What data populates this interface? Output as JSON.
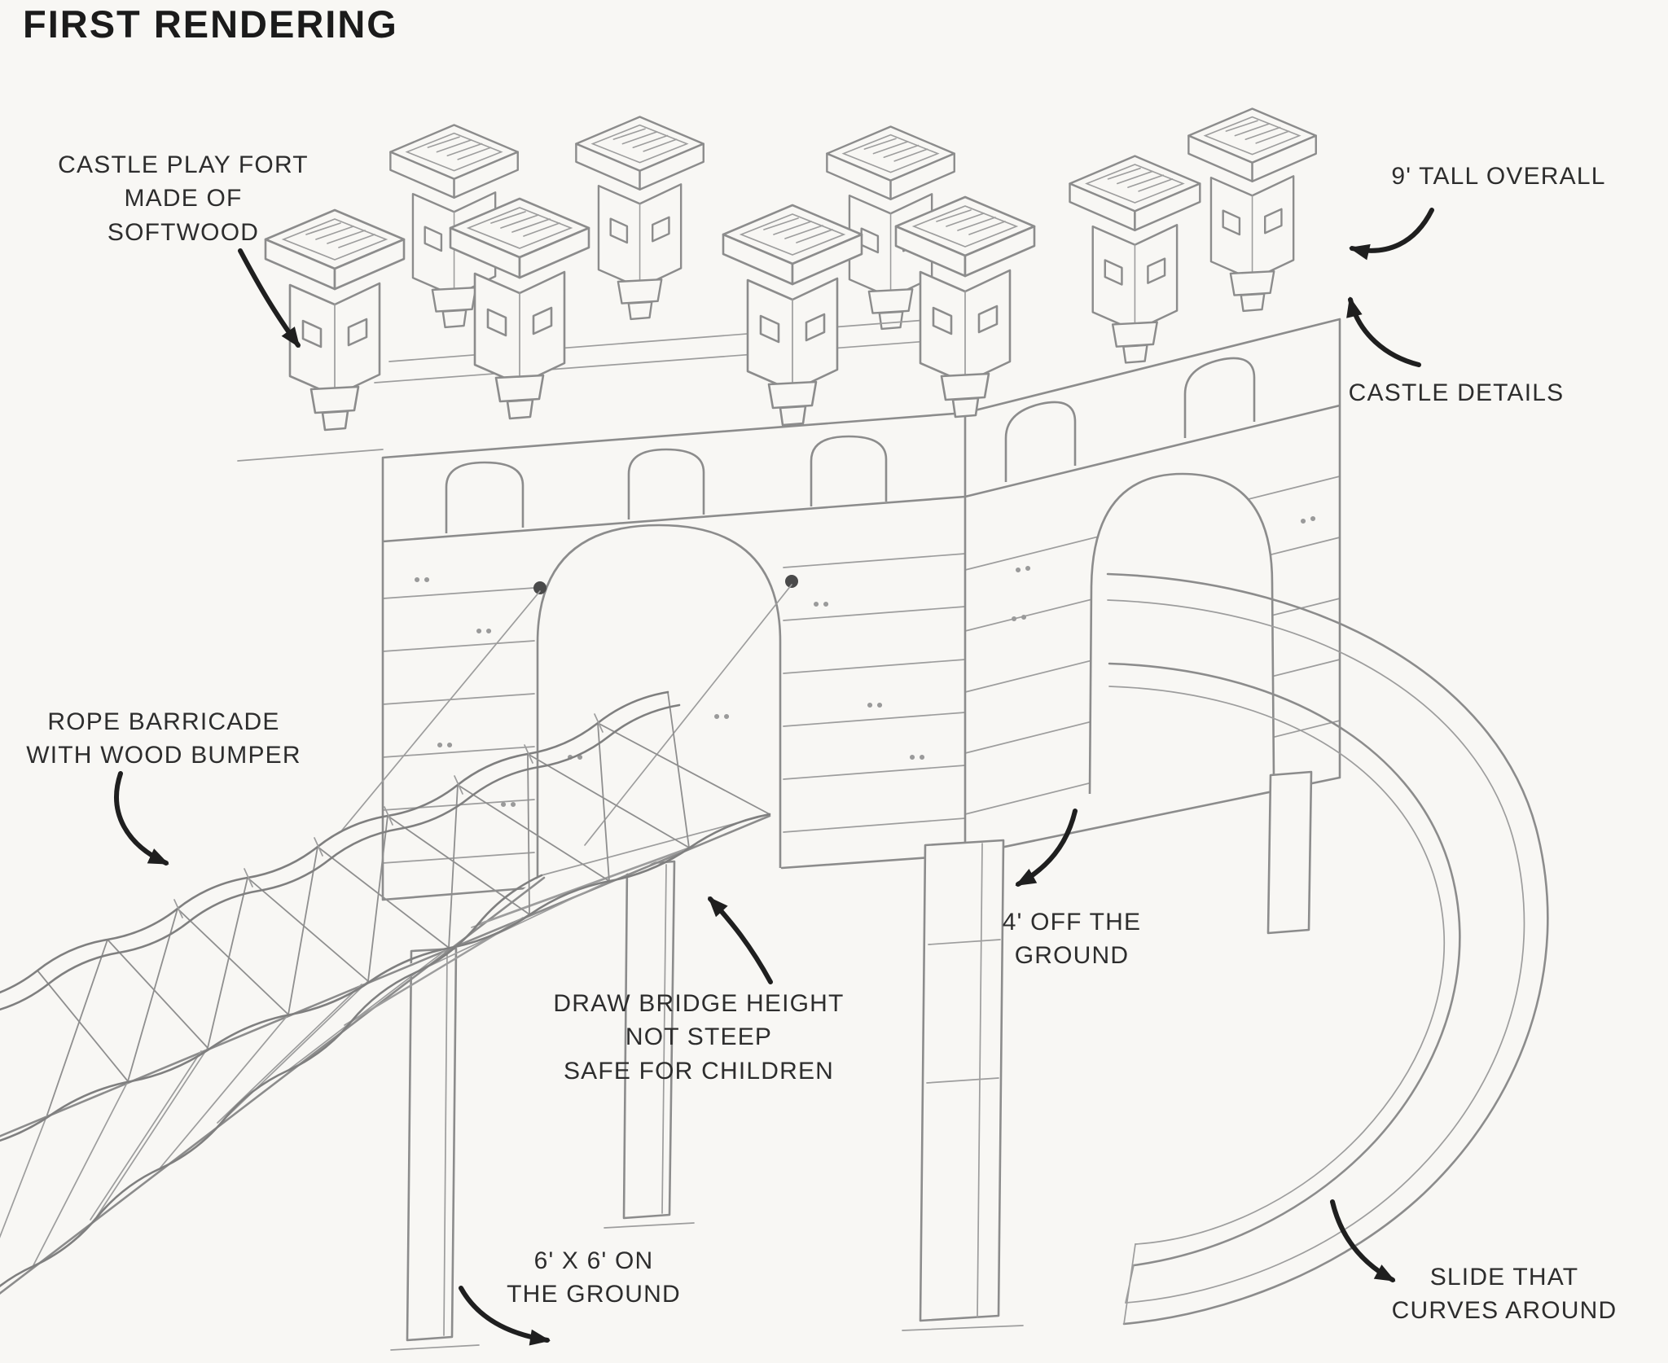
{
  "title": "FIRST RENDERING",
  "annotations": {
    "material": {
      "text": "CASTLE PLAY FORT\nMADE OF\nSOFTWOOD"
    },
    "overall_height": {
      "text": "9' TALL OVERALL"
    },
    "castle_details": {
      "text": "CASTLE DETAILS"
    },
    "rope_barricade": {
      "text": "ROPE BARRICADE\nWITH WOOD BUMPER"
    },
    "drawbridge": {
      "text": "DRAW BRIDGE HEIGHT\nNOT STEEP\nSAFE FOR CHILDREN"
    },
    "off_ground": {
      "text": "4' OFF THE\nGROUND"
    },
    "footprint": {
      "text": "6' X 6' ON\nTHE GROUND"
    },
    "slide": {
      "text": "SLIDE THAT\nCURVES AROUND"
    }
  },
  "sketch": {
    "subject": "hand-drawn pencil rendering of a castle play fort with battlements, drawbridge ramp with rope barricade, support posts and a curved slide"
  },
  "colors": {
    "paper": "#f8f7f4",
    "line": "#8c8c8c",
    "ink": "#1f1f1f",
    "text": "#2d2d2d"
  }
}
